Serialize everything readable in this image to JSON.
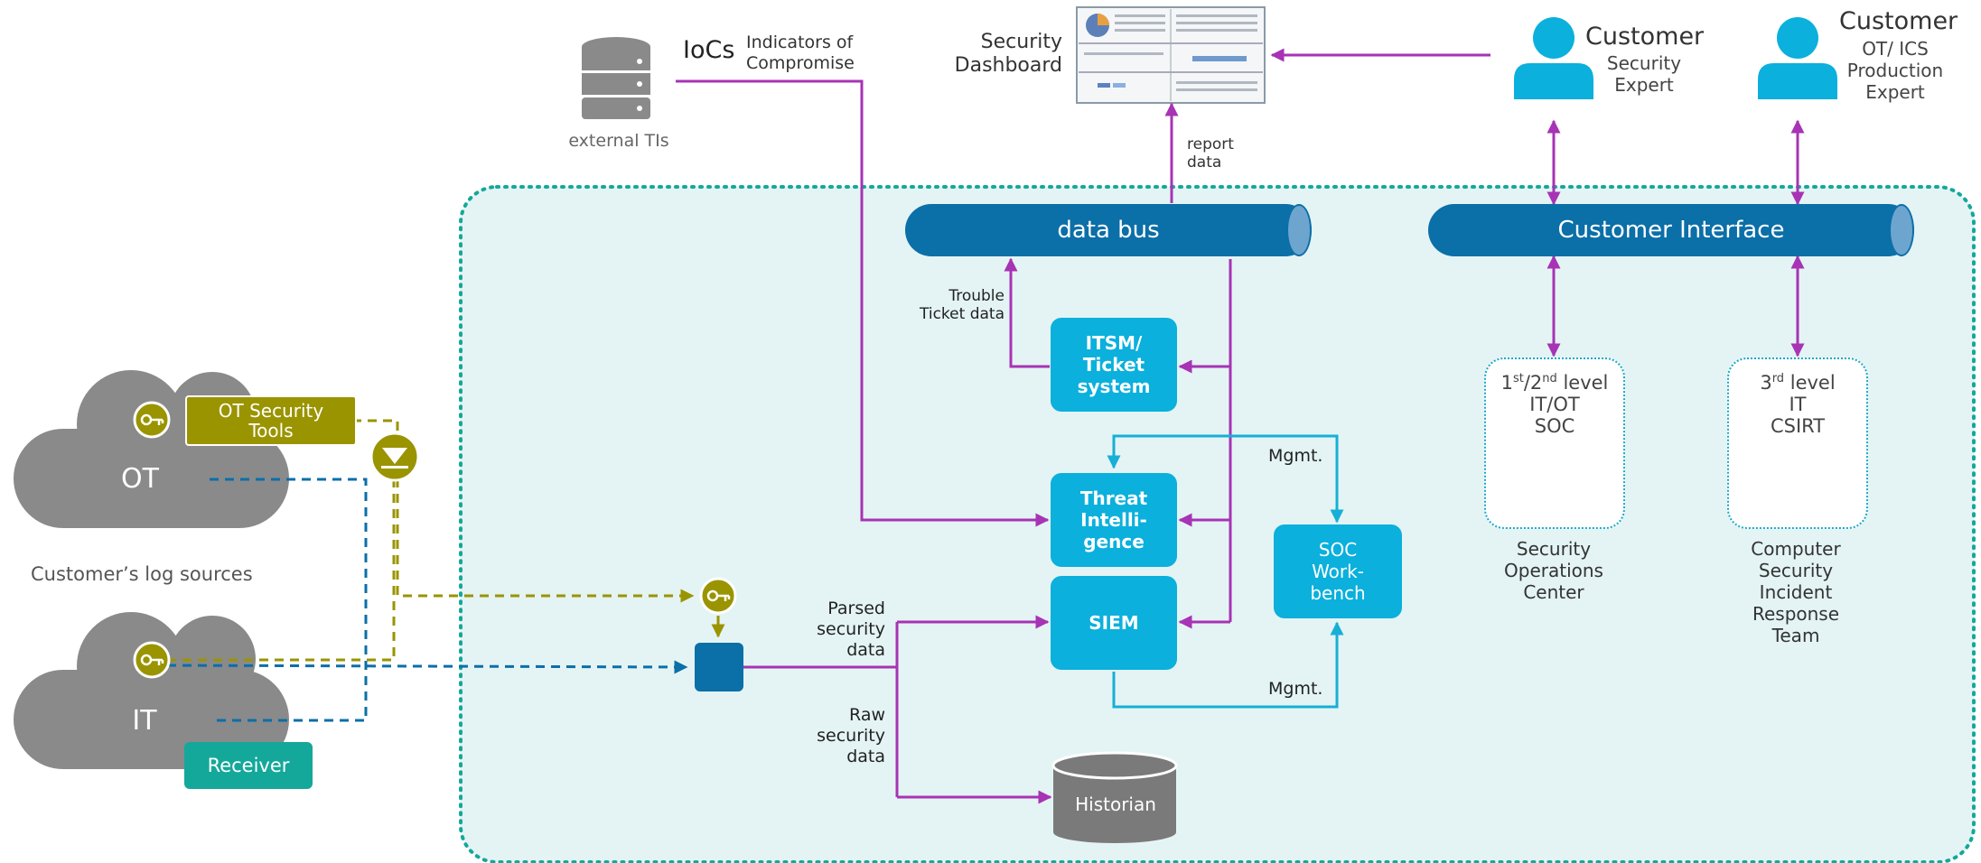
{
  "ti": {
    "label": "external TIs",
    "iocs_short": "IoCs",
    "iocs_long": "Indicators of Compromise"
  },
  "dashboard": {
    "label": "Security Dashboard"
  },
  "report_data": "report data",
  "customer_sec": {
    "title": "Customer",
    "role": "Security Expert"
  },
  "customer_ot": {
    "title": "Customer",
    "role": "OT/ ICS Production Expert"
  },
  "data_bus": "data bus",
  "customer_interface": "Customer Interface",
  "trouble_ticket": "Trouble Ticket data",
  "itsm": "ITSM/ Ticket system",
  "threat": "Threat Intelli- gence",
  "siem": "SIEM",
  "soc_wb": "SOC Work- bench",
  "mgmt_top": "Mgmt.",
  "mgmt_bottom": "Mgmt.",
  "historian": "Historian",
  "parsed": "Parsed security data",
  "raw": "Raw security data",
  "soc_team": {
    "level": "1st/2nd level",
    "line2": "IT/OT",
    "line3": "SOC",
    "caption": "Security Operations Center"
  },
  "csirt_team": {
    "level": "3rd level",
    "line2": "IT",
    "line3": "CSIRT",
    "caption": "Computer Security Incident Response Team"
  },
  "sources": {
    "ot": "OT",
    "it": "IT",
    "caption": "Customer’s log sources",
    "ot_tools": "OT Security Tools",
    "receiver": "Receiver"
  },
  "colors": {
    "purple": "#a733b5",
    "cyan": "#17afd6",
    "dark_blue": "#0b6fa8",
    "olive": "#9a9400",
    "teal": "#14a89a",
    "gray": "#8a8a8a"
  }
}
